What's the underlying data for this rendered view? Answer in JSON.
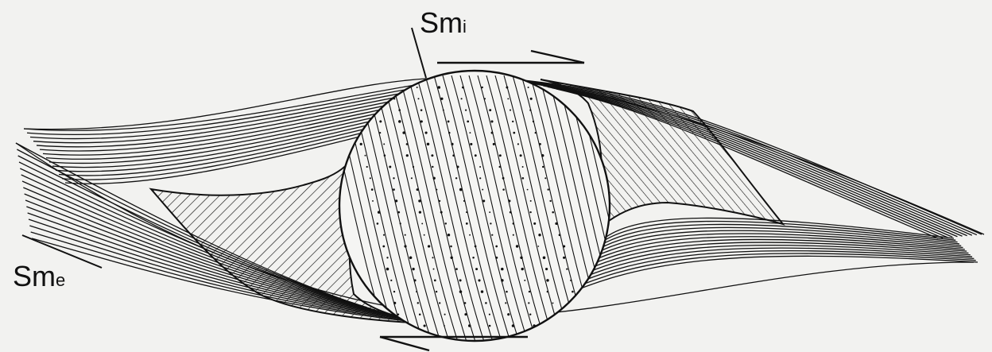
{
  "labels": {
    "internal_foliation": {
      "base": "Sm",
      "sub": "i"
    },
    "external_foliation": {
      "base": "Sm",
      "sub": "e"
    }
  },
  "colors": {
    "ink": "#111111",
    "paper": "#f2f2f0",
    "porphyroclast_fill": "#f5f5f3"
  }
}
